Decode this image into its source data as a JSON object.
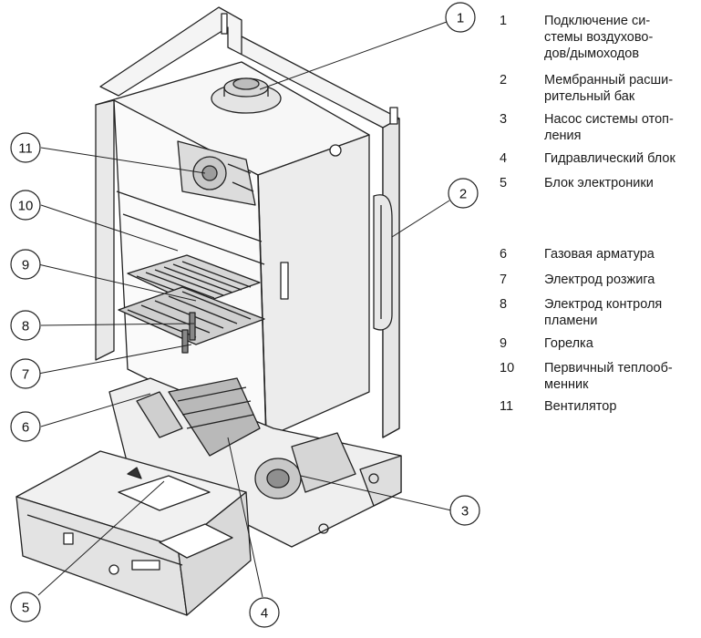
{
  "callouts": [
    {
      "num": "1"
    },
    {
      "num": "2"
    },
    {
      "num": "3"
    },
    {
      "num": "4"
    },
    {
      "num": "5"
    },
    {
      "num": "6"
    },
    {
      "num": "7"
    },
    {
      "num": "8"
    },
    {
      "num": "9"
    },
    {
      "num": "10"
    },
    {
      "num": "11"
    }
  ],
  "legend": [
    {
      "num": "1",
      "text": "Подключение си-\nстемы воздухово-\nдов/дымоходов"
    },
    {
      "num": "2",
      "text": "Мембранный расши-\nрительный бак"
    },
    {
      "num": "3",
      "text": "Насос системы отоп-\nления"
    },
    {
      "num": "4",
      "text": "Гидравлический блок"
    },
    {
      "num": "5",
      "text": "Блок электроники"
    },
    {
      "num": "6",
      "text": "Газовая арматура"
    },
    {
      "num": "7",
      "text": "Электрод розжига"
    },
    {
      "num": "8",
      "text": "Электрод контроля\nпламени"
    },
    {
      "num": "9",
      "text": "Горелка"
    },
    {
      "num": "10",
      "text": "Первичный теплооб-\nменник"
    },
    {
      "num": "11",
      "text": "Вентилятор"
    }
  ]
}
